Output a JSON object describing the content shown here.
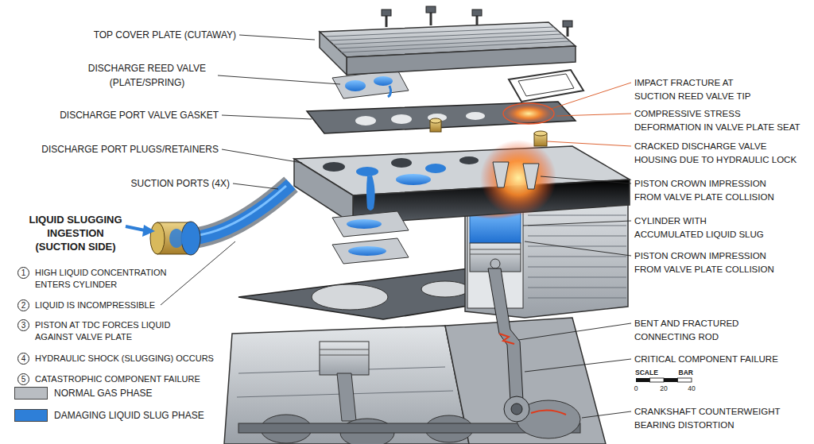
{
  "diagram": {
    "nodes": [
      {
        "text": [
          "1"
        ]
      },
      {
        "text": [
          "2"
        ]
      },
      {
        "text": [
          "3"
        ]
      },
      {
        "text": [
          "4"
        ]
      },
      {
        "text": [
          "5"
        ]
      }
    ],
    "labels": [
      "TOP COVER PLATE (CUTAWAY)",
      "DISCHARGE REED VALVE (PLATE/SPRING)",
      "DISCHARGE PORT VALVE GASKET",
      "DISCHARGE PORT PLUGS/RETAINERS",
      "SUCTION PORTS (4X)",
      "LIQUID SLUGGING INGESTION (SUCTION SIDE)",
      "HIGH LIQUID CONCENTRATION ENTERS CYLINDER",
      "LIQUID IS INCOMPRESSIBLE",
      "PISTON AT TDC FORCES LIQUID AGAINST VALVE PLATE",
      "HYDRAULIC SHOCK (SLUGGING) OCCURS",
      "CATASTROPHIC COMPONENT FAILURE",
      "IMPACT FRACTURE AT SUCTION REED VALVE TIP",
      "COMPRESSIVE STRESS DEFORMATION IN VALVE PLATE SEAT",
      "CRACKED DISCHARGE VALVE HOUSING DUE TO HYDRAULIC LOCK",
      "PISTON CROWN IMPRESSION FROM VALVE PLATE COLLISION",
      "CYLINDER WITH ACCUMULATED LIQUID SLUG",
      "PISTON CROWN IMPRESSION FROM VALVE PLATE COLLISION",
      "BENT AND FRACTURED CONNECTING ROD",
      "CRITICAL COMPONENT FAILURE",
      "SCALE",
      "BAR",
      "0",
      "20",
      "40",
      "CRANKSHAFT COUNTERWEIGHT BEARING DISTORTION"
    ],
    "legend": [
      {
        "text": "NORMAL GAS PHASE",
        "color": "#b9bdc2"
      },
      {
        "text": "DAMAGING LIQUID SLUG PHASE",
        "color": "#2e7fd8"
      }
    ]
  }
}
